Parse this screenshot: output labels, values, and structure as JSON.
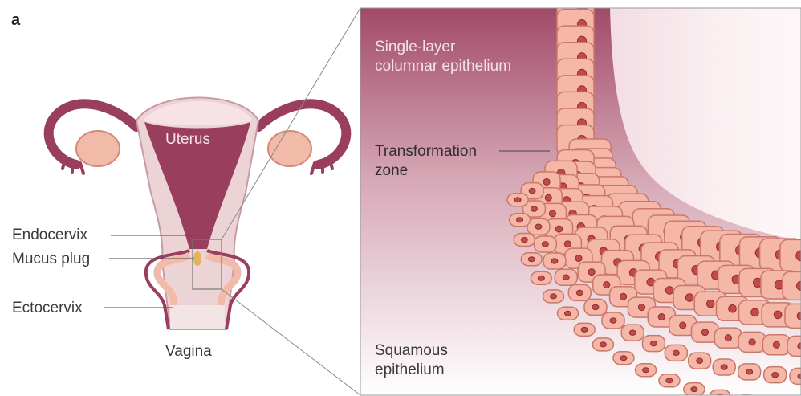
{
  "panel_label": "a",
  "anatomy": {
    "uterus": "Uterus",
    "endocervix": "Endocervix",
    "mucus_plug": "Mucus plug",
    "ectocervix": "Ectocervix",
    "vagina": "Vagina"
  },
  "zoom": {
    "columnar_line1": "Single-layer",
    "columnar_line2": "columnar epithelium",
    "transformation_line1": "Transformation",
    "transformation_line2": "zone",
    "squamous_line1": "Squamous",
    "squamous_line2": "epithelium"
  },
  "colors": {
    "tissue_dark": "#9a3e5e",
    "tissue_light": "#ecd3d6",
    "cell_fill": "#f4b7a8",
    "cell_stroke": "#c9786a",
    "nucleus": "#c24a4a"
  }
}
